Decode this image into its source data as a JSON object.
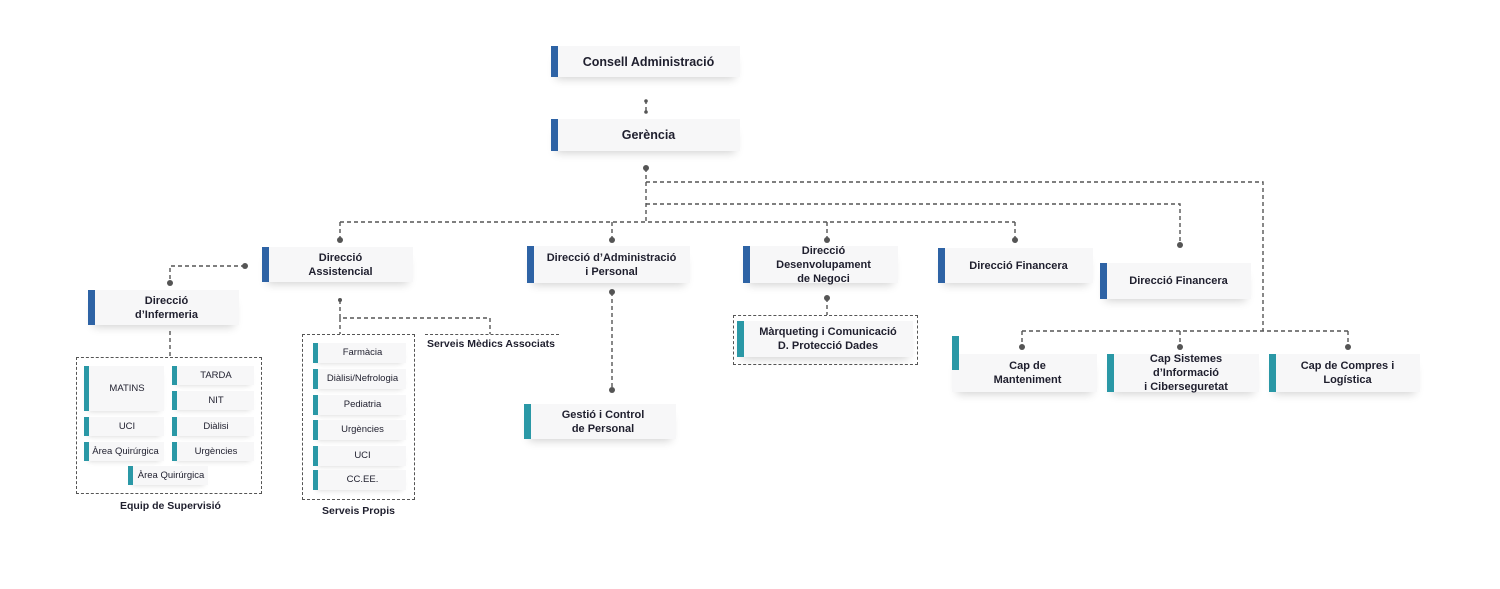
{
  "top": {
    "consell": "Consell Administració",
    "gerencia": "Gerència"
  },
  "directions": {
    "assistencial": [
      "Direcció",
      "Assistencial"
    ],
    "administracio": [
      "Direcció d’Administració",
      "i Personal"
    ],
    "desenvolupament": [
      "Direcció Desenvolupament",
      "de Negoci"
    ],
    "financera_1": "Direcció Financera",
    "financera_2": "Direcció Financera"
  },
  "infermeria": {
    "title": [
      "Direcció",
      "d’Infermeria"
    ],
    "group_label": "Equip de Supervisió",
    "matins": "MATINS",
    "tarda": "TARDA",
    "nit": "NIT",
    "uci": "UCI",
    "dialisi": "Diàlisi",
    "area_quirurgica_1": "Àrea Quirúrgica",
    "urgencies": "Urgències",
    "area_quirurgica_2": "Àrea Quirúrgica"
  },
  "serveis_propis": {
    "group_label": "Serveis Propis",
    "items": [
      "Farmàcia",
      "Diàlisi/Nefrologia",
      "Pediatria",
      "Urgències",
      "UCI",
      "CC.EE."
    ]
  },
  "serveis_medics": "Serveis Mèdics Associats",
  "gestio_personal": [
    "Gestió i Control",
    "de Personal"
  ],
  "marqueting": [
    "Màrqueting i Comunicació",
    "D. Protecció Dades"
  ],
  "caps": {
    "manteniment": [
      "Cap de",
      "Manteniment"
    ],
    "sistemes": [
      "Cap Sistemes d’Informació",
      "i Ciberseguretat"
    ],
    "compres": [
      "Cap de Compres i",
      "Logística"
    ]
  },
  "colors": {
    "navy": "#2e63a5",
    "teal": "#2a98a6",
    "line": "#555555"
  }
}
